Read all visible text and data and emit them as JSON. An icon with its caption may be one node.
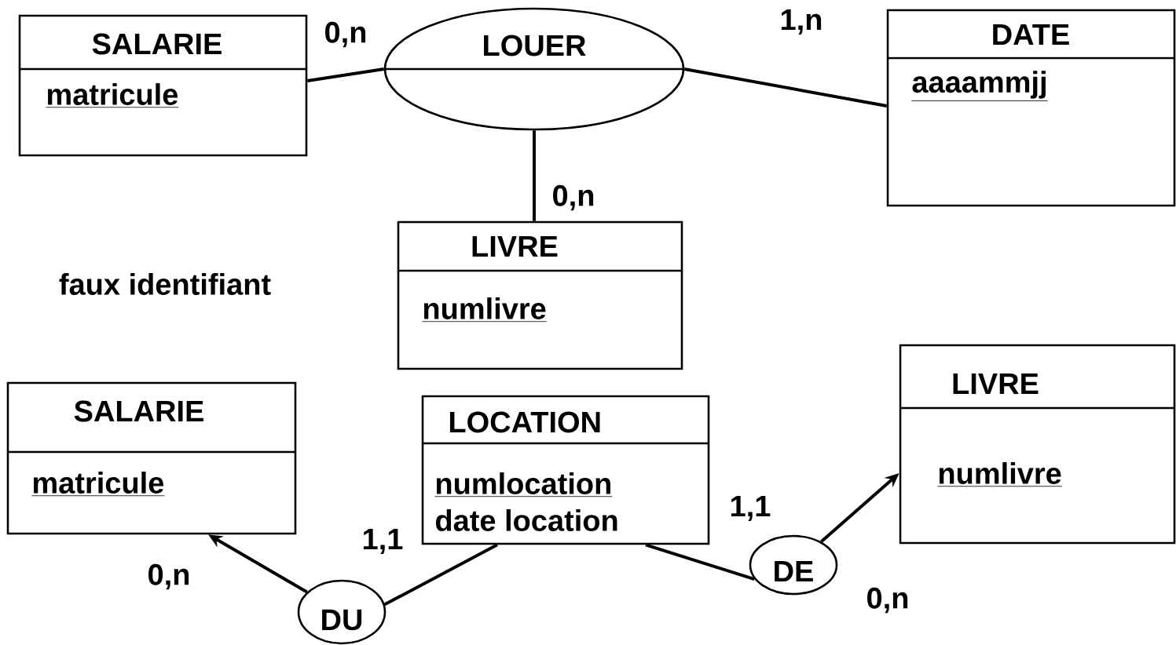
{
  "diagram": {
    "nodes": [
      {
        "text": [
          "SALARIE",
          "matricule"
        ]
      },
      {
        "text": [
          "LOUER"
        ]
      },
      {
        "text": [
          "DATE",
          "aaaammjj"
        ]
      },
      {
        "text": [
          "LIVRE",
          "numlivre"
        ]
      },
      {
        "text": [
          "SALARIE",
          "matricule"
        ]
      },
      {
        "text": [
          "LOCATION",
          "numlocation",
          "date location"
        ]
      },
      {
        "text": [
          "LIVRE",
          "numlivre"
        ]
      },
      {
        "text": [
          "DU"
        ]
      },
      {
        "text": [
          "DE"
        ]
      }
    ],
    "edges": [
      {
        "from": 0,
        "to": 1,
        "arrow": "none",
        "label": "0,n"
      },
      {
        "from": 1,
        "to": 2,
        "arrow": "none",
        "label": "1,n"
      },
      {
        "from": 1,
        "to": 3,
        "arrow": "none",
        "label": "0,n"
      },
      {
        "from": 7,
        "to": 4,
        "arrow": "to",
        "label": "0,n"
      },
      {
        "from": 5,
        "to": 7,
        "arrow": "none",
        "label": "1,1"
      },
      {
        "from": 5,
        "to": 8,
        "arrow": "none",
        "label": "1,1"
      },
      {
        "from": 8,
        "to": 6,
        "arrow": "to",
        "label": "0,n"
      }
    ],
    "labels": [
      "faux identifiant"
    ]
  }
}
